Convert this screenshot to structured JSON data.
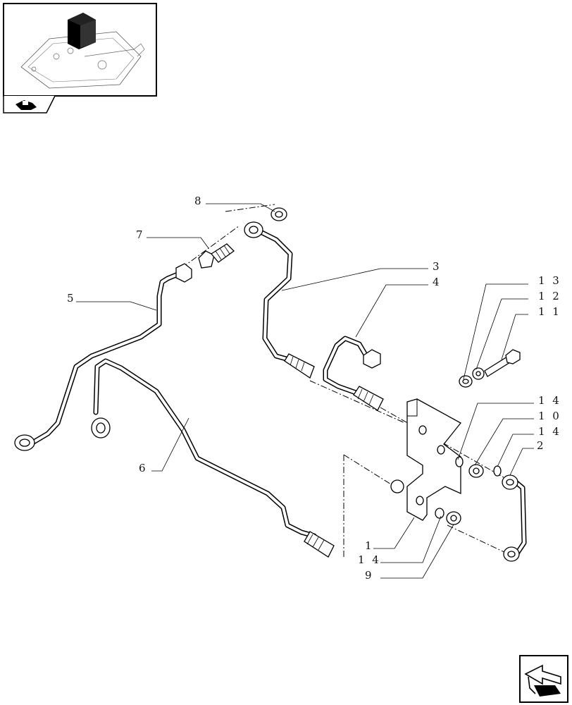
{
  "callouts": {
    "c1": "1",
    "c2": "2",
    "c3": "3",
    "c4": "4",
    "c5": "5",
    "c6": "6",
    "c7": "7",
    "c8": "8",
    "c9": "9",
    "c10": "1 0",
    "c11": "1 1",
    "c12": "1 2",
    "c13": "1 3",
    "c14a": "1 4",
    "c14b": "1 4",
    "c14c": "1 4"
  },
  "icons": {
    "thumbnail": "assembly-thumbnail",
    "section": "tractor-section-icon",
    "nav": "next-page-arrow-icon"
  }
}
